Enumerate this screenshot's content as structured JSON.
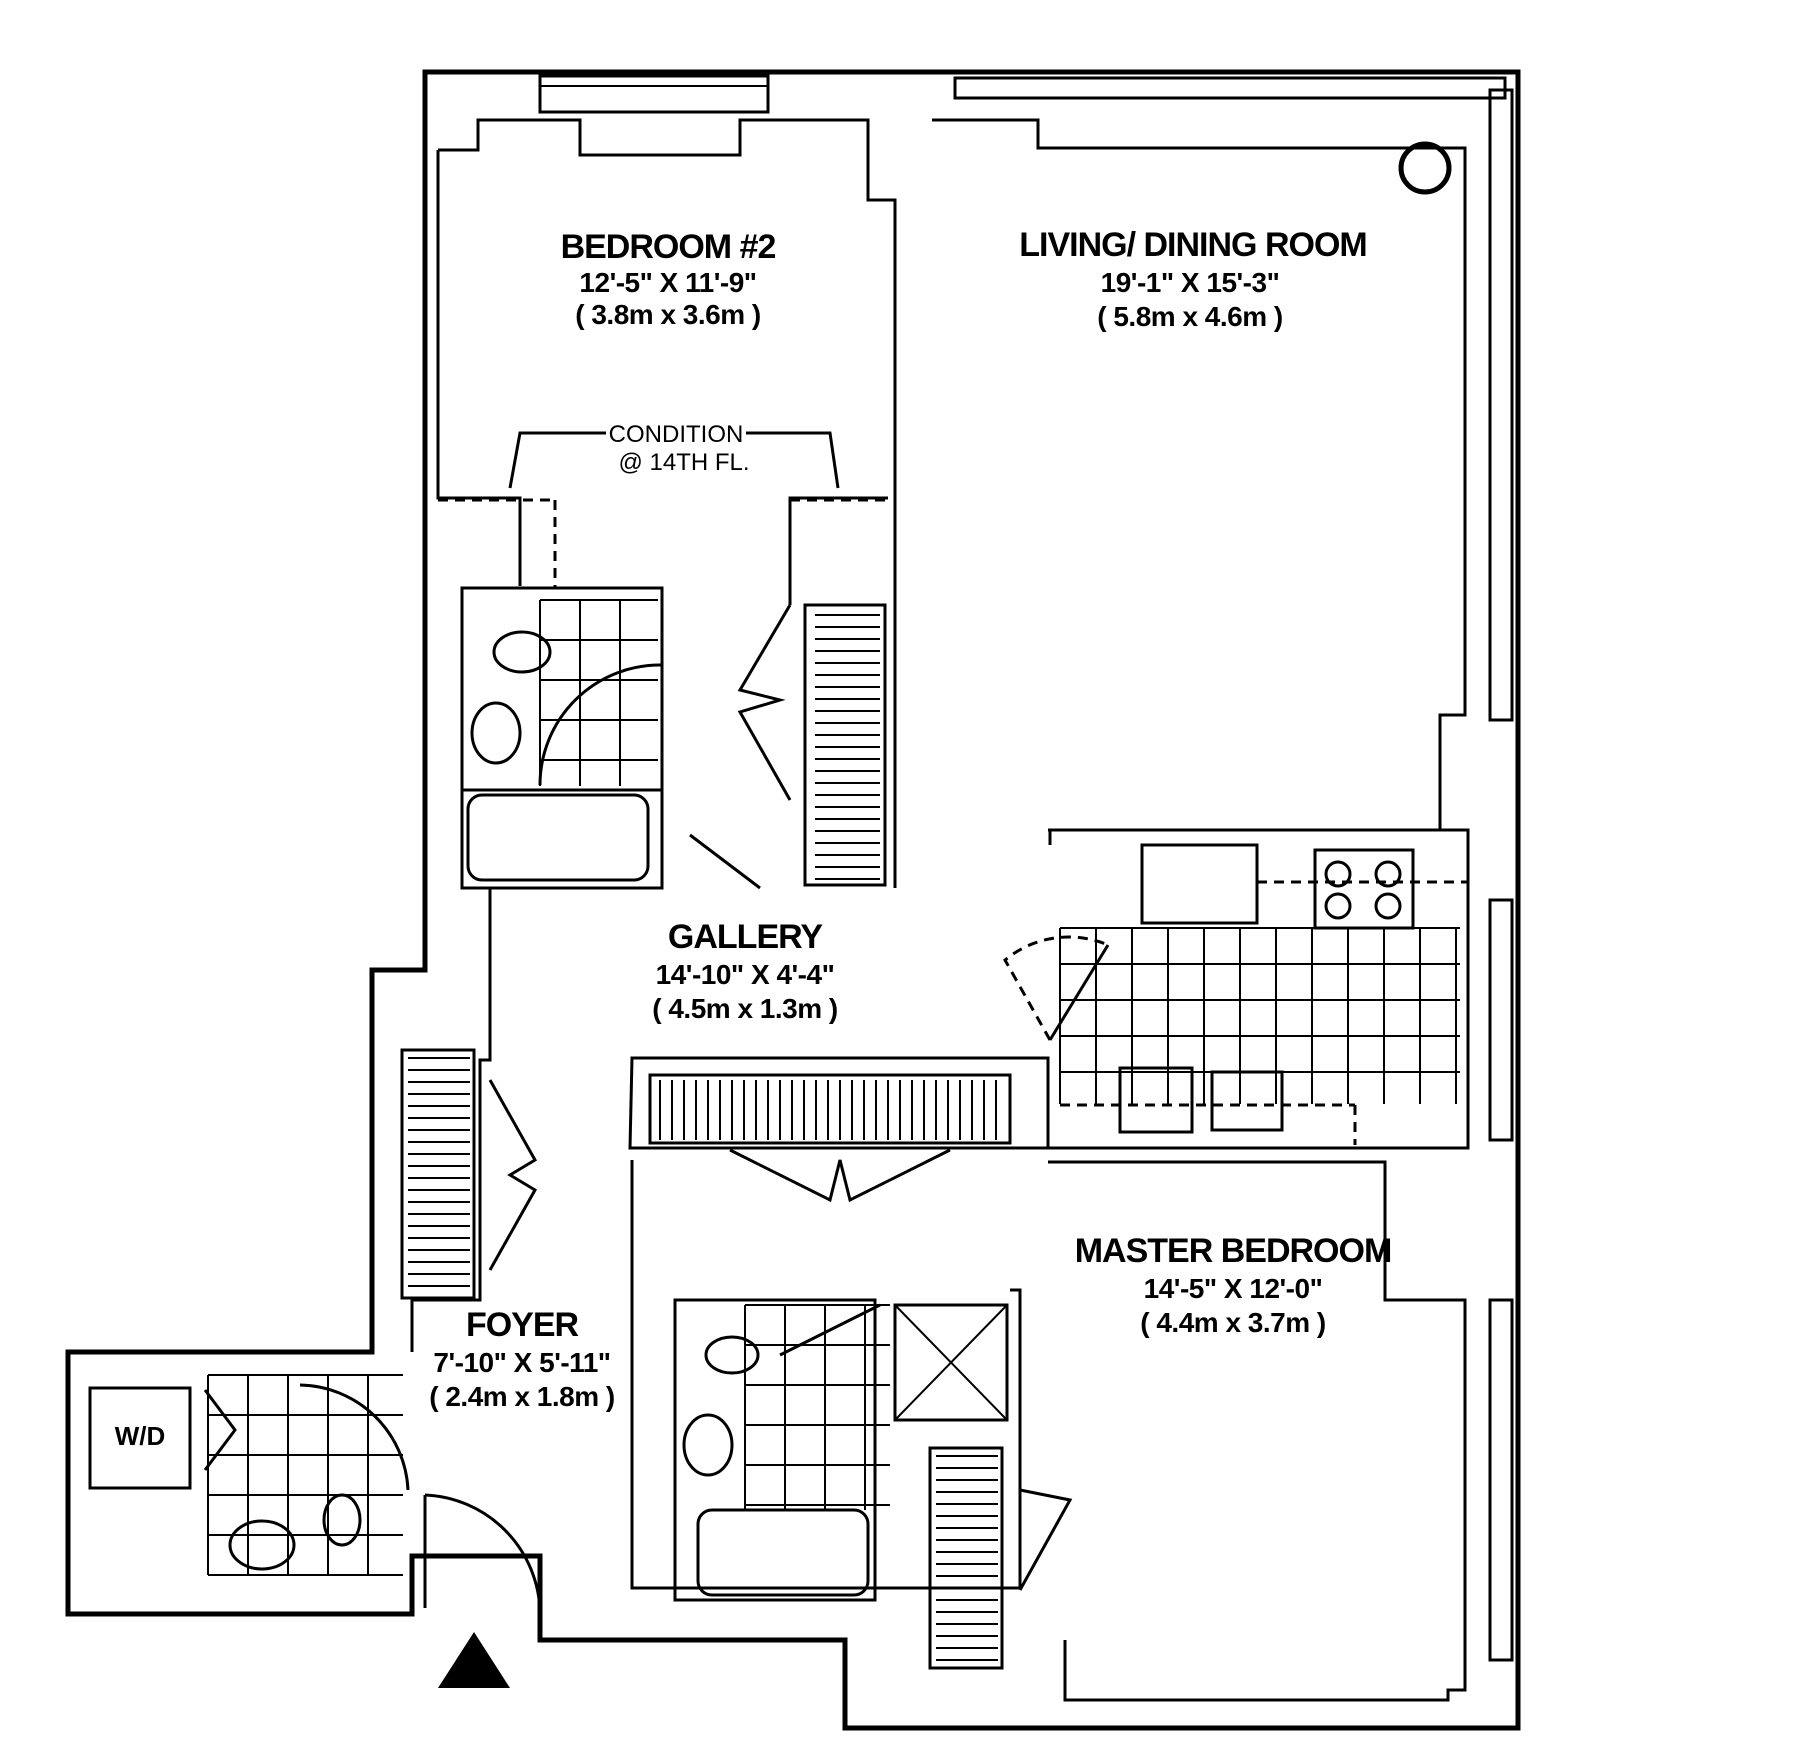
{
  "rooms": {
    "bedroom2": {
      "name": "BEDROOM #2",
      "dim_imperial": "12'-5\" X 11'-9\"",
      "dim_metric": "( 3.8m x 3.6m )"
    },
    "living": {
      "name": "LIVING/ DINING ROOM",
      "dim_imperial": "19'-1\" X 15'-3\"",
      "dim_metric": "( 5.8m x 4.6m )"
    },
    "gallery": {
      "name": "GALLERY",
      "dim_imperial": "14'-10\" X 4'-4\"",
      "dim_metric": "( 4.5m x 1.3m )"
    },
    "master": {
      "name": "MASTER BEDROOM",
      "dim_imperial": "14'-5\" X 12'-0\"",
      "dim_metric": "( 4.4m x 3.7m )"
    },
    "foyer": {
      "name": "FOYER",
      "dim_imperial": "7'-10\" X 5'-11\"",
      "dim_metric": "( 2.4m x 1.8m )"
    }
  },
  "note": {
    "line1": "CONDITION",
    "line2": "@ 14TH FL."
  },
  "appliance": {
    "washer_dryer": "W/D"
  },
  "icons": {
    "entry": "entry-arrow-icon"
  }
}
